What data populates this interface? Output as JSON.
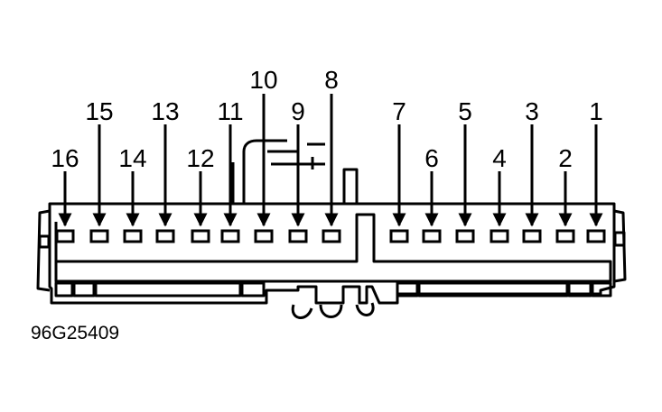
{
  "diagram": {
    "figure_id": "96G25409",
    "pins": [
      {
        "number": "1"
      },
      {
        "number": "2"
      },
      {
        "number": "3"
      },
      {
        "number": "4"
      },
      {
        "number": "5"
      },
      {
        "number": "6"
      },
      {
        "number": "7"
      },
      {
        "number": "8"
      },
      {
        "number": "9"
      },
      {
        "number": "10"
      },
      {
        "number": "11"
      },
      {
        "number": "12"
      },
      {
        "number": "13"
      },
      {
        "number": "14"
      },
      {
        "number": "15"
      },
      {
        "number": "16"
      }
    ]
  }
}
